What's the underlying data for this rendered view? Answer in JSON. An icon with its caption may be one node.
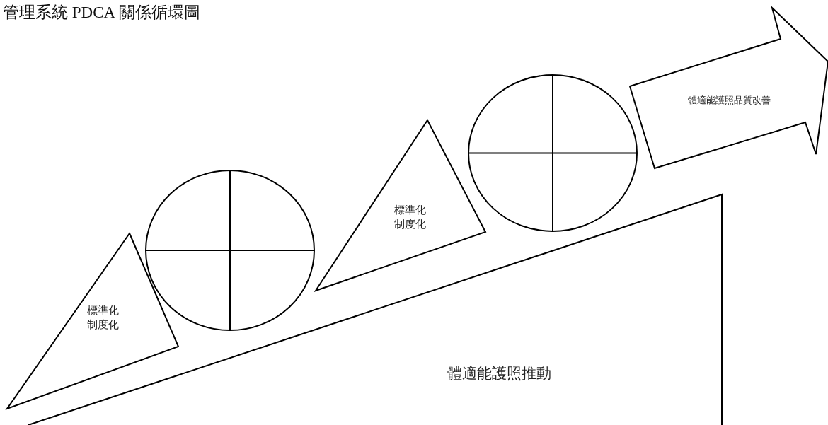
{
  "diagram": {
    "title": "管理系統 PDCA 關係循環圖",
    "nodes": [
      {
        "text": [
          "體適能護照推動"
        ]
      },
      {
        "text": [
          "標準化制度化"
        ]
      },
      {
        "text": [],
        "shape": "circle"
      },
      {
        "text": [
          "標準化制度化"
        ]
      },
      {
        "text": [],
        "shape": "circle"
      },
      {
        "text": [
          "體適能護照品質改善"
        ]
      }
    ],
    "edges": []
  }
}
